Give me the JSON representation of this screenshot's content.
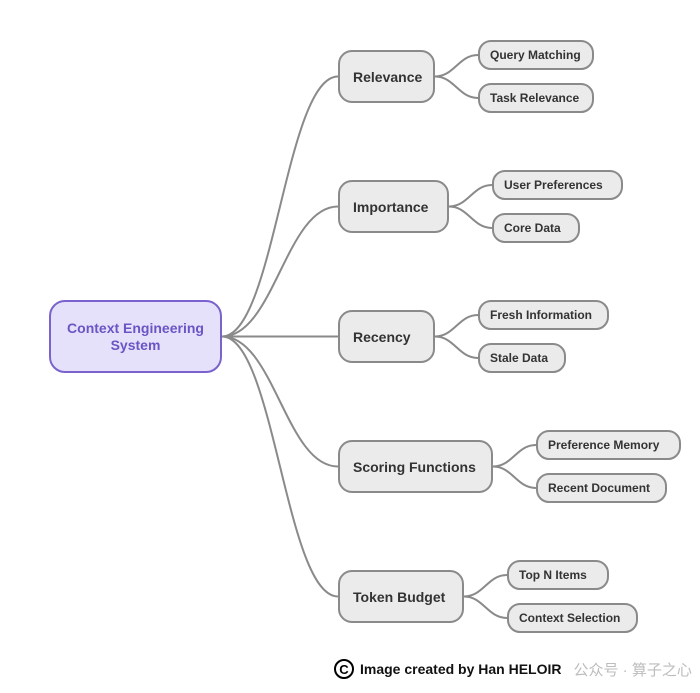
{
  "diagram": {
    "root": {
      "label": "Context Engineering System"
    },
    "branches": [
      {
        "label": "Relevance",
        "children": [
          "Query Matching",
          "Task Relevance"
        ]
      },
      {
        "label": "Importance",
        "children": [
          "User Preferences",
          "Core Data"
        ]
      },
      {
        "label": "Recency",
        "children": [
          "Fresh Information",
          "Stale Data"
        ]
      },
      {
        "label": "Scoring Functions",
        "children": [
          "Preference Memory",
          "Recent Document"
        ]
      },
      {
        "label": "Token Budget",
        "children": [
          "Top N Items",
          "Context Selection"
        ]
      }
    ]
  },
  "footer": {
    "copyright_symbol": "C",
    "credit": "Image created by Han HELOIR",
    "watermark": "公众号 · 算子之心"
  },
  "colors": {
    "root_fill": "#e6e1fb",
    "root_border": "#7a63cc",
    "root_text": "#6a55c4",
    "node_fill": "#ebebeb",
    "node_border": "#8a8a8a",
    "connector": "#8a8a8a"
  }
}
